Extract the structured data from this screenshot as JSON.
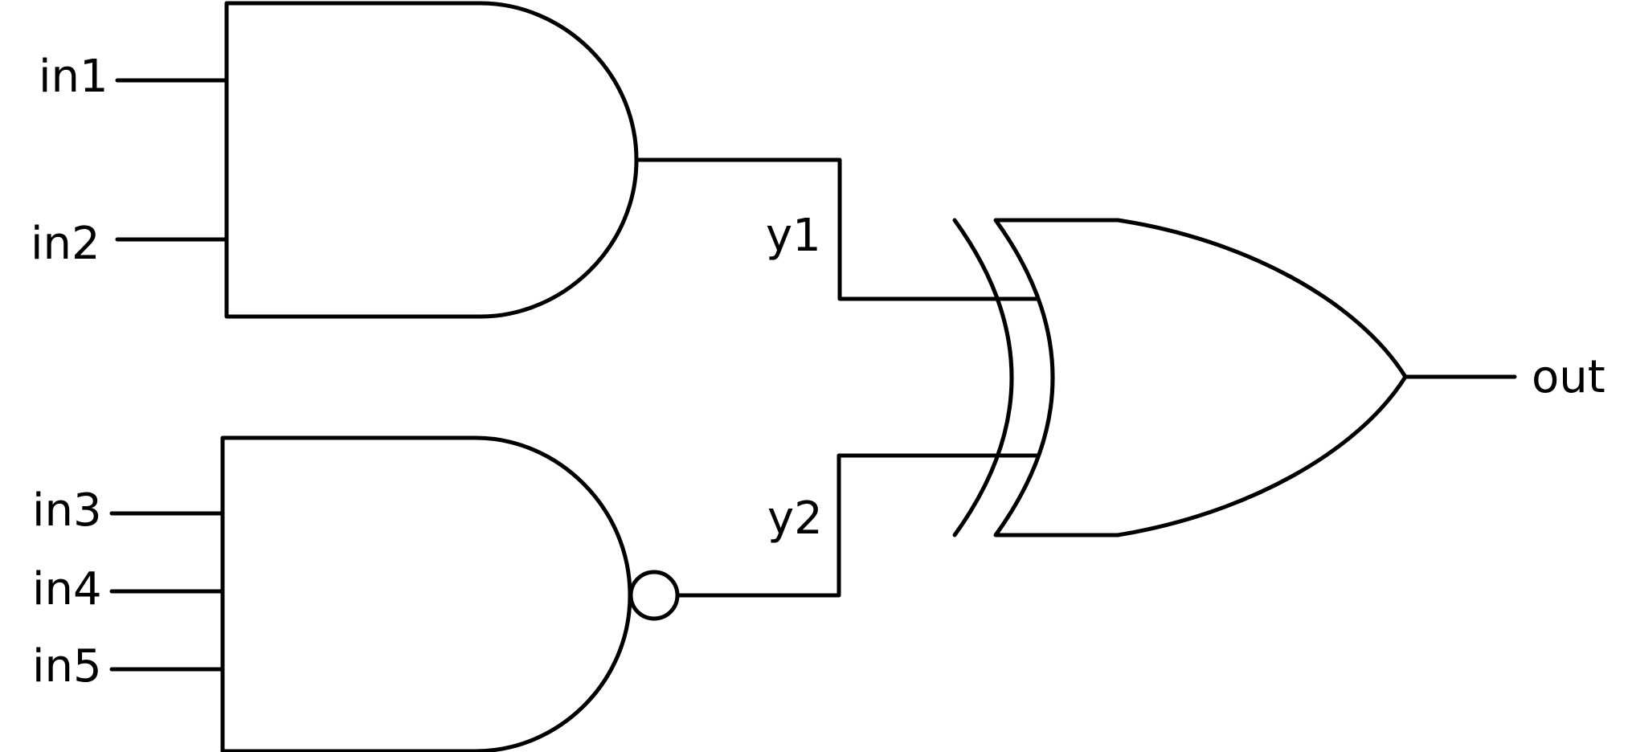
{
  "diagram": {
    "type": "logic-circuit",
    "inputs": [
      {
        "id": "in1",
        "label": "in1"
      },
      {
        "id": "in2",
        "label": "in2"
      },
      {
        "id": "in3",
        "label": "in3"
      },
      {
        "id": "in4",
        "label": "in4"
      },
      {
        "id": "in5",
        "label": "in5"
      }
    ],
    "gates": [
      {
        "id": "g1",
        "kind": "AND",
        "inputs": [
          "in1",
          "in2"
        ],
        "output": "y1"
      },
      {
        "id": "g2",
        "kind": "NAND",
        "inputs": [
          "in3",
          "in4",
          "in5"
        ],
        "output": "y2"
      },
      {
        "id": "g3",
        "kind": "XOR",
        "inputs": [
          "y1",
          "y2"
        ],
        "output": "out"
      }
    ],
    "signals": [
      {
        "id": "y1",
        "label": "y1"
      },
      {
        "id": "y2",
        "label": "y2"
      }
    ],
    "output": {
      "id": "out",
      "label": "out"
    },
    "stroke_color": "#000000",
    "background": "#ffffff"
  }
}
